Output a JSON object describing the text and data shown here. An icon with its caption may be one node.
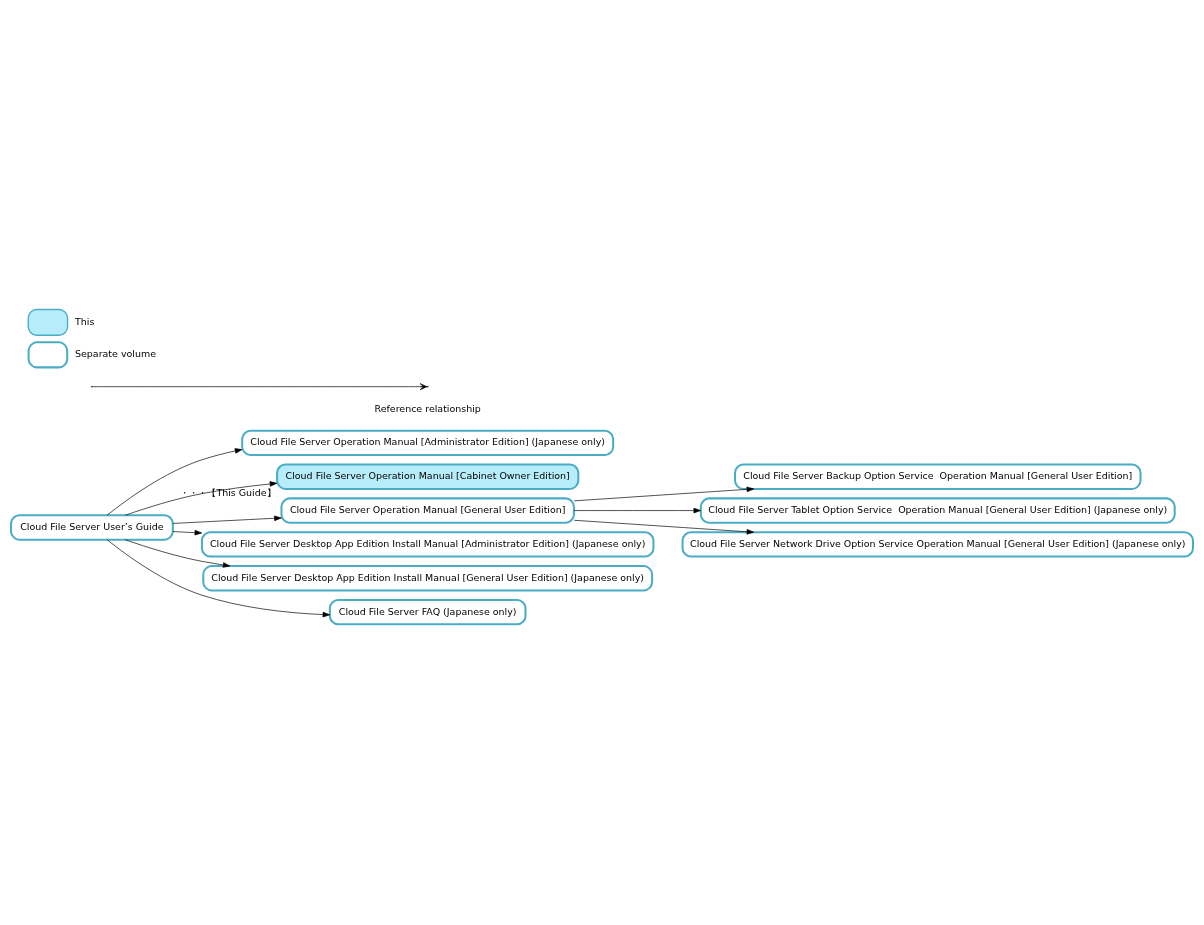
{
  "diagram": {
    "nodes": [
      {
        "text": [
          "Cloud File Server User’s Guide"
        ]
      },
      {
        "text": [
          "Cloud File Server Operation Manual [Administrator Edition] (Japanese only)"
        ]
      },
      {
        "text": [
          "Cloud File Server Operation Manual [Cabinet Owner Edition]"
        ],
        "beside": [
          "・・・【This Guide】"
        ]
      },
      {
        "text": [
          "Cloud File Server Operation Manual [General User Edition]"
        ]
      },
      {
        "text": [
          "Cloud File Server Backup Option Service  Operation Manual [General User Edition]"
        ]
      },
      {
        "text": [
          "Cloud File Server Tablet Option Service  Operation Manual [General User Edition] (Japanese only)"
        ]
      },
      {
        "text": [
          "Cloud File Server Network Drive Option Service Operation Manual [General User Edition] (Japanese only)"
        ]
      },
      {
        "text": [
          "Cloud File Server Desktop App Edition Install Manual [Administrator Edition] (Japanese only)"
        ]
      },
      {
        "text": [
          "Cloud File Server Desktop App Edition Install Manual [General User Edition] (Japanese only)"
        ]
      },
      {
        "text": [
          "Cloud File Server FAQ (Japanese only)"
        ]
      }
    ],
    "edges": [
      {
        "from": 0,
        "to": 1,
        "arrow": "to"
      },
      {
        "from": 0,
        "to": 2,
        "arrow": "to"
      },
      {
        "from": 0,
        "to": 3,
        "arrow": "to"
      },
      {
        "from": 3,
        "to": 4,
        "arrow": "to"
      },
      {
        "from": 3,
        "to": 5,
        "arrow": "to"
      },
      {
        "from": 3,
        "to": 6,
        "arrow": "to"
      },
      {
        "from": 0,
        "to": 7,
        "arrow": "to"
      },
      {
        "from": 0,
        "to": 8,
        "arrow": "to"
      },
      {
        "from": 0,
        "to": 9,
        "arrow": "to"
      }
    ],
    "legend": [
      {
        "text": "This",
        "color": "#b7ecfa"
      },
      {
        "text": "Separate volume"
      },
      {
        "text": "Reference relationship"
      }
    ]
  }
}
